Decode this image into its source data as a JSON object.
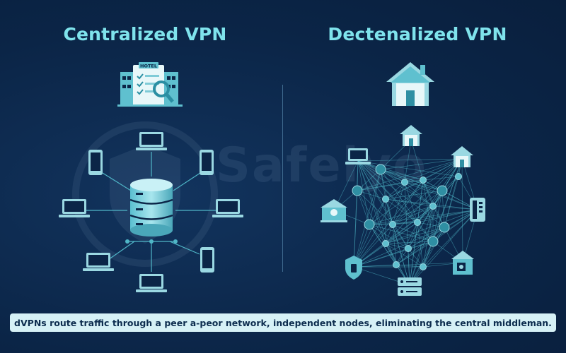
{
  "left": {
    "title": "Centralized VPN",
    "hotel_sign": "HOTEL"
  },
  "right": {
    "title": "Dectenalized VPN"
  },
  "watermark": "Safelyo",
  "caption": "dVPNs route traffic through a peer a-peor network, independent nodes, eliminating the central middleman.",
  "colors": {
    "background": "#0b2547",
    "title": "#7fe3ec",
    "icon_fill": "#9ad8e2",
    "link_line": "#4fb6c7",
    "caption_bar": "#d6f1f6",
    "caption_text": "#0c2c4e"
  },
  "icons": [
    "hotel-building-icon",
    "house-icon",
    "database-server-icon",
    "laptop-icon",
    "smartphone-icon",
    "shield-icon",
    "network-node-icon"
  ]
}
